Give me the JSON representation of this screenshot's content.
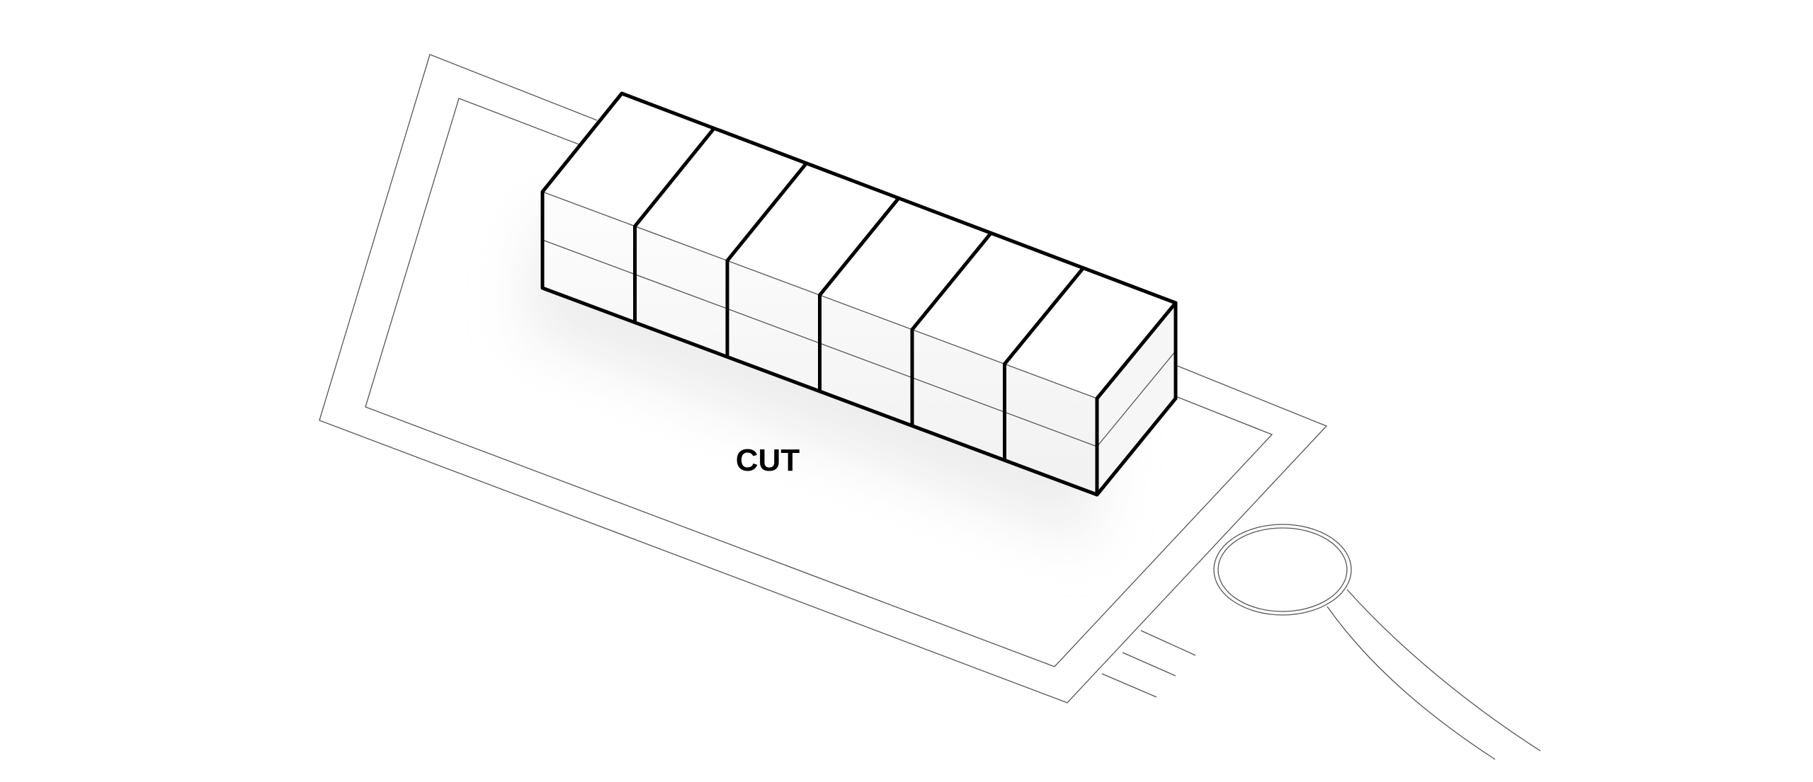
{
  "diagram": {
    "label": "CUT",
    "modules_count": 6,
    "levels_count": 2,
    "colors": {
      "line": "#000000",
      "site_line": "#555555",
      "shadow": "#d8d8d8"
    }
  }
}
